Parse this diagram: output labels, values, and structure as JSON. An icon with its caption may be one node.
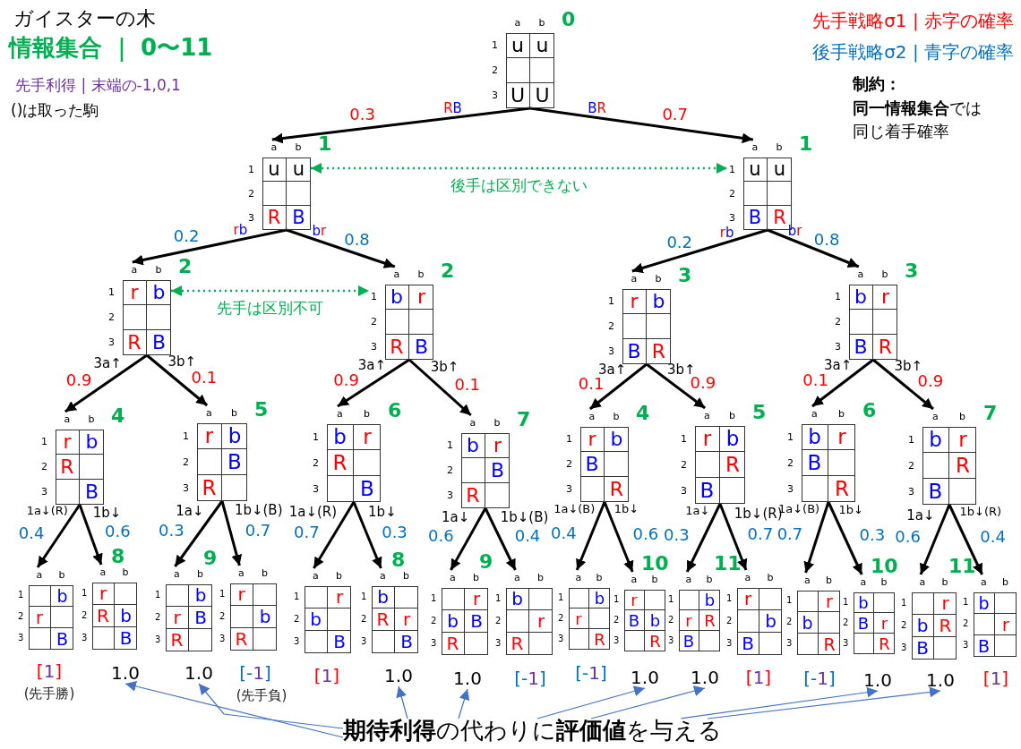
{
  "diagram": {
    "title": "ガイスターの木",
    "nodes": [
      {
        "text": [
          "a",
          "b",
          "1",
          "2",
          "3",
          "u",
          "u",
          "U",
          "U"
        ],
        "beside": [
          "0"
        ]
      },
      {
        "text": [
          "a",
          "b",
          "1",
          "2",
          "3",
          "u",
          "u",
          "R",
          "B"
        ],
        "beside": [
          "1"
        ]
      },
      {
        "text": [
          "a",
          "b",
          "1",
          "2",
          "3",
          "u",
          "u",
          "B",
          "R"
        ],
        "beside": [
          "1"
        ]
      },
      {
        "text": [
          "a",
          "b",
          "1",
          "2",
          "3",
          "r",
          "b",
          "R",
          "B"
        ],
        "beside": [
          "2"
        ]
      },
      {
        "text": [
          "a",
          "b",
          "1",
          "2",
          "3",
          "b",
          "r",
          "R",
          "B"
        ],
        "beside": [
          "2"
        ]
      },
      {
        "text": [
          "a",
          "b",
          "1",
          "2",
          "3",
          "r",
          "b",
          "B",
          "R"
        ],
        "beside": [
          "3"
        ]
      },
      {
        "text": [
          "a",
          "b",
          "1",
          "2",
          "3",
          "b",
          "r",
          "B",
          "R"
        ],
        "beside": [
          "3"
        ]
      },
      {
        "text": [
          "a",
          "b",
          "1",
          "2",
          "3",
          "r",
          "b",
          "R",
          "B"
        ],
        "beside": [
          "4"
        ]
      },
      {
        "text": [
          "a",
          "b",
          "1",
          "2",
          "3",
          "r",
          "b",
          "B",
          "R"
        ],
        "beside": [
          "5"
        ]
      },
      {
        "text": [
          "a",
          "b",
          "1",
          "2",
          "3",
          "b",
          "r",
          "R",
          "B"
        ],
        "beside": [
          "6"
        ]
      },
      {
        "text": [
          "a",
          "b",
          "1",
          "2",
          "3",
          "b",
          "r",
          "B",
          "R"
        ],
        "beside": [
          "7"
        ]
      },
      {
        "text": [
          "a",
          "b",
          "1",
          "2",
          "3",
          "r",
          "b",
          "B",
          "R"
        ],
        "beside": [
          "4"
        ]
      },
      {
        "text": [
          "a",
          "b",
          "1",
          "2",
          "3",
          "r",
          "b",
          "R",
          "B"
        ],
        "beside": [
          "5"
        ]
      },
      {
        "text": [
          "a",
          "b",
          "1",
          "2",
          "3",
          "b",
          "r",
          "B",
          "R"
        ],
        "beside": [
          "6"
        ]
      },
      {
        "text": [
          "a",
          "b",
          "1",
          "2",
          "3",
          "b",
          "r",
          "R",
          "B"
        ],
        "beside": [
          "7"
        ]
      },
      {
        "text": [
          "a",
          "b",
          "1",
          "2",
          "3",
          "b",
          "r",
          "B"
        ]
      },
      {
        "text": [
          "a",
          "b",
          "1",
          "2",
          "3",
          "r",
          "R",
          "b",
          "B"
        ],
        "beside": [
          "8"
        ]
      },
      {
        "text": [
          "a",
          "b",
          "1",
          "2",
          "3",
          "b",
          "r",
          "B",
          "R"
        ],
        "beside": [
          "9"
        ]
      },
      {
        "text": [
          "a",
          "b",
          "1",
          "2",
          "3",
          "r",
          "b",
          "R"
        ]
      },
      {
        "text": [
          "a",
          "b",
          "1",
          "2",
          "3",
          "r",
          "b",
          "B"
        ]
      },
      {
        "text": [
          "a",
          "b",
          "1",
          "2",
          "3",
          "b",
          "R",
          "r",
          "B"
        ],
        "beside": [
          "8"
        ]
      },
      {
        "text": [
          "a",
          "b",
          "1",
          "2",
          "3",
          "r",
          "b",
          "B",
          "R"
        ],
        "beside": [
          "9"
        ]
      },
      {
        "text": [
          "a",
          "b",
          "1",
          "2",
          "3",
          "b",
          "r",
          "R"
        ]
      },
      {
        "text": [
          "a",
          "b",
          "1",
          "2",
          "3",
          "b",
          "r",
          "R"
        ]
      },
      {
        "text": [
          "a",
          "b",
          "1",
          "2",
          "3",
          "r",
          "B",
          "b",
          "R"
        ],
        "beside": [
          "10"
        ]
      },
      {
        "text": [
          "a",
          "b",
          "1",
          "2",
          "3",
          "b",
          "r",
          "R",
          "B"
        ],
        "beside": [
          "11"
        ]
      },
      {
        "text": [
          "a",
          "b",
          "1",
          "2",
          "3",
          "r",
          "b",
          "B"
        ]
      },
      {
        "text": [
          "a",
          "b",
          "1",
          "2",
          "3",
          "r",
          "b",
          "R"
        ]
      },
      {
        "text": [
          "a",
          "b",
          "1",
          "2",
          "3",
          "b",
          "B",
          "r",
          "R"
        ],
        "beside": [
          "10"
        ]
      },
      {
        "text": [
          "a",
          "b",
          "1",
          "2",
          "3",
          "r",
          "b",
          "R",
          "B"
        ],
        "beside": [
          "11"
        ]
      },
      {
        "text": [
          "a",
          "b",
          "1",
          "2",
          "3",
          "b",
          "r",
          "B"
        ]
      },
      {
        "text": [
          "[1]"
        ],
        "beside": [
          "(先手勝)"
        ]
      },
      {
        "text": [
          "1.0"
        ]
      },
      {
        "text": [
          "1.0"
        ]
      },
      {
        "text": [
          "[-1]"
        ],
        "beside": [
          "(先手負)"
        ]
      },
      {
        "text": [
          "[1]"
        ]
      },
      {
        "text": [
          "1.0"
        ]
      },
      {
        "text": [
          "1.0"
        ]
      },
      {
        "text": [
          "[-1]"
        ]
      },
      {
        "text": [
          "[-1]"
        ]
      },
      {
        "text": [
          "1.0"
        ]
      },
      {
        "text": [
          "1.0"
        ]
      },
      {
        "text": [
          "[1]"
        ]
      },
      {
        "text": [
          "[-1]"
        ]
      },
      {
        "text": [
          "1.0"
        ]
      },
      {
        "text": [
          "1.0"
        ]
      },
      {
        "text": [
          "[1]"
        ]
      },
      {
        "text": [
          "**期待利得**の代わりに**評価値**を与える"
        ]
      }
    ],
    "edges": [
      {
        "from": 0,
        "to": 1,
        "arrow": "to",
        "label": "0.3"
      },
      {
        "from": 0,
        "to": 2,
        "arrow": "to",
        "label": "0.7"
      },
      {
        "from": 1,
        "to": 3,
        "arrow": "to",
        "label": "0.2"
      },
      {
        "from": 1,
        "to": 4,
        "arrow": "to",
        "label": "0.8"
      },
      {
        "from": 2,
        "to": 5,
        "arrow": "to",
        "label": "0.2"
      },
      {
        "from": 2,
        "to": 6,
        "arrow": "to",
        "label": "0.8"
      },
      {
        "from": 3,
        "to": 7,
        "arrow": "to",
        "label": "0.9"
      },
      {
        "from": 3,
        "to": 8,
        "arrow": "to",
        "label": "0.1"
      },
      {
        "from": 4,
        "to": 9,
        "arrow": "to",
        "label": "0.9"
      },
      {
        "from": 4,
        "to": 10,
        "arrow": "to",
        "label": "0.1"
      },
      {
        "from": 5,
        "to": 11,
        "arrow": "to",
        "label": "0.1"
      },
      {
        "from": 5,
        "to": 12,
        "arrow": "to",
        "label": "0.9"
      },
      {
        "from": 6,
        "to": 13,
        "arrow": "to",
        "label": "0.1"
      },
      {
        "from": 6,
        "to": 14,
        "arrow": "to",
        "label": "0.9"
      },
      {
        "from": 7,
        "to": 15,
        "arrow": "to",
        "label": "0.4"
      },
      {
        "from": 7,
        "to": 16,
        "arrow": "to",
        "label": "0.6"
      },
      {
        "from": 8,
        "to": 17,
        "arrow": "to",
        "label": "0.3"
      },
      {
        "from": 8,
        "to": 18,
        "arrow": "to",
        "label": "0.7"
      },
      {
        "from": 9,
        "to": 19,
        "arrow": "to",
        "label": "0.7"
      },
      {
        "from": 9,
        "to": 20,
        "arrow": "to",
        "label": "0.3"
      },
      {
        "from": 10,
        "to": 21,
        "arrow": "to",
        "label": "0.6"
      },
      {
        "from": 10,
        "to": 22,
        "arrow": "to",
        "label": "0.4"
      },
      {
        "from": 11,
        "to": 23,
        "arrow": "to",
        "label": "0.4"
      },
      {
        "from": 11,
        "to": 24,
        "arrow": "to",
        "label": "0.6"
      },
      {
        "from": 12,
        "to": 25,
        "arrow": "to",
        "label": "0.3"
      },
      {
        "from": 12,
        "to": 26,
        "arrow": "to",
        "label": "0.7"
      },
      {
        "from": 13,
        "to": 27,
        "arrow": "to",
        "label": "0.7"
      },
      {
        "from": 13,
        "to": 28,
        "arrow": "to",
        "label": "0.3"
      },
      {
        "from": 14,
        "to": 29,
        "arrow": "to",
        "label": "0.6"
      },
      {
        "from": 14,
        "to": 30,
        "arrow": "to",
        "label": "0.4"
      },
      {
        "from": 1,
        "to": 2,
        "arrow": "both",
        "label": "後手は区別できない",
        "style": "dashed",
        "color": "#00b050"
      },
      {
        "from": 3,
        "to": 4,
        "arrow": "both",
        "label": "先手は区別不可",
        "style": "dashed",
        "color": "#00b050"
      },
      {
        "from": 47,
        "to": 32,
        "arrow": "to",
        "color": "#4472c4"
      },
      {
        "from": 47,
        "to": 33,
        "arrow": "to",
        "color": "#4472c4"
      },
      {
        "from": 47,
        "to": 36,
        "arrow": "to",
        "color": "#4472c4"
      },
      {
        "from": 47,
        "to": 37,
        "arrow": "to",
        "color": "#4472c4"
      },
      {
        "from": 47,
        "to": 40,
        "arrow": "to",
        "color": "#4472c4"
      },
      {
        "from": 47,
        "to": 41,
        "arrow": "to",
        "color": "#4472c4"
      },
      {
        "from": 47,
        "to": 44,
        "arrow": "to",
        "color": "#4472c4"
      },
      {
        "from": 47,
        "to": 45,
        "arrow": "to",
        "color": "#4472c4"
      }
    ],
    "labels": [
      "情報集合 ｜ 0〜11",
      "先手利得 | 末端の-1,0,1",
      "()は取った駒",
      "先手戦略σ1 | 赤字の確率",
      "後手戦略σ2 | 青字の確率",
      "制約：",
      "**同一情報集合**では同じ着手確率",
      "RB",
      "BR",
      "rb",
      "br",
      "rb",
      "br",
      "3a↑",
      "3b↑",
      "3a↑",
      "3b↑",
      "3a↑",
      "3b↑",
      "3a↑",
      "3b↑",
      "1a↓(R)",
      "1b↓",
      "1a↓",
      "1b↓(B)",
      "1a↓(R)",
      "1b↓",
      "1a↓",
      "1b↓(B)",
      "1a↓(B)",
      "1b↓",
      "1a↓",
      "1b↓(R)",
      "1a↓(B)",
      "1b↓",
      "1a↓",
      "1b↓(R)"
    ]
  }
}
